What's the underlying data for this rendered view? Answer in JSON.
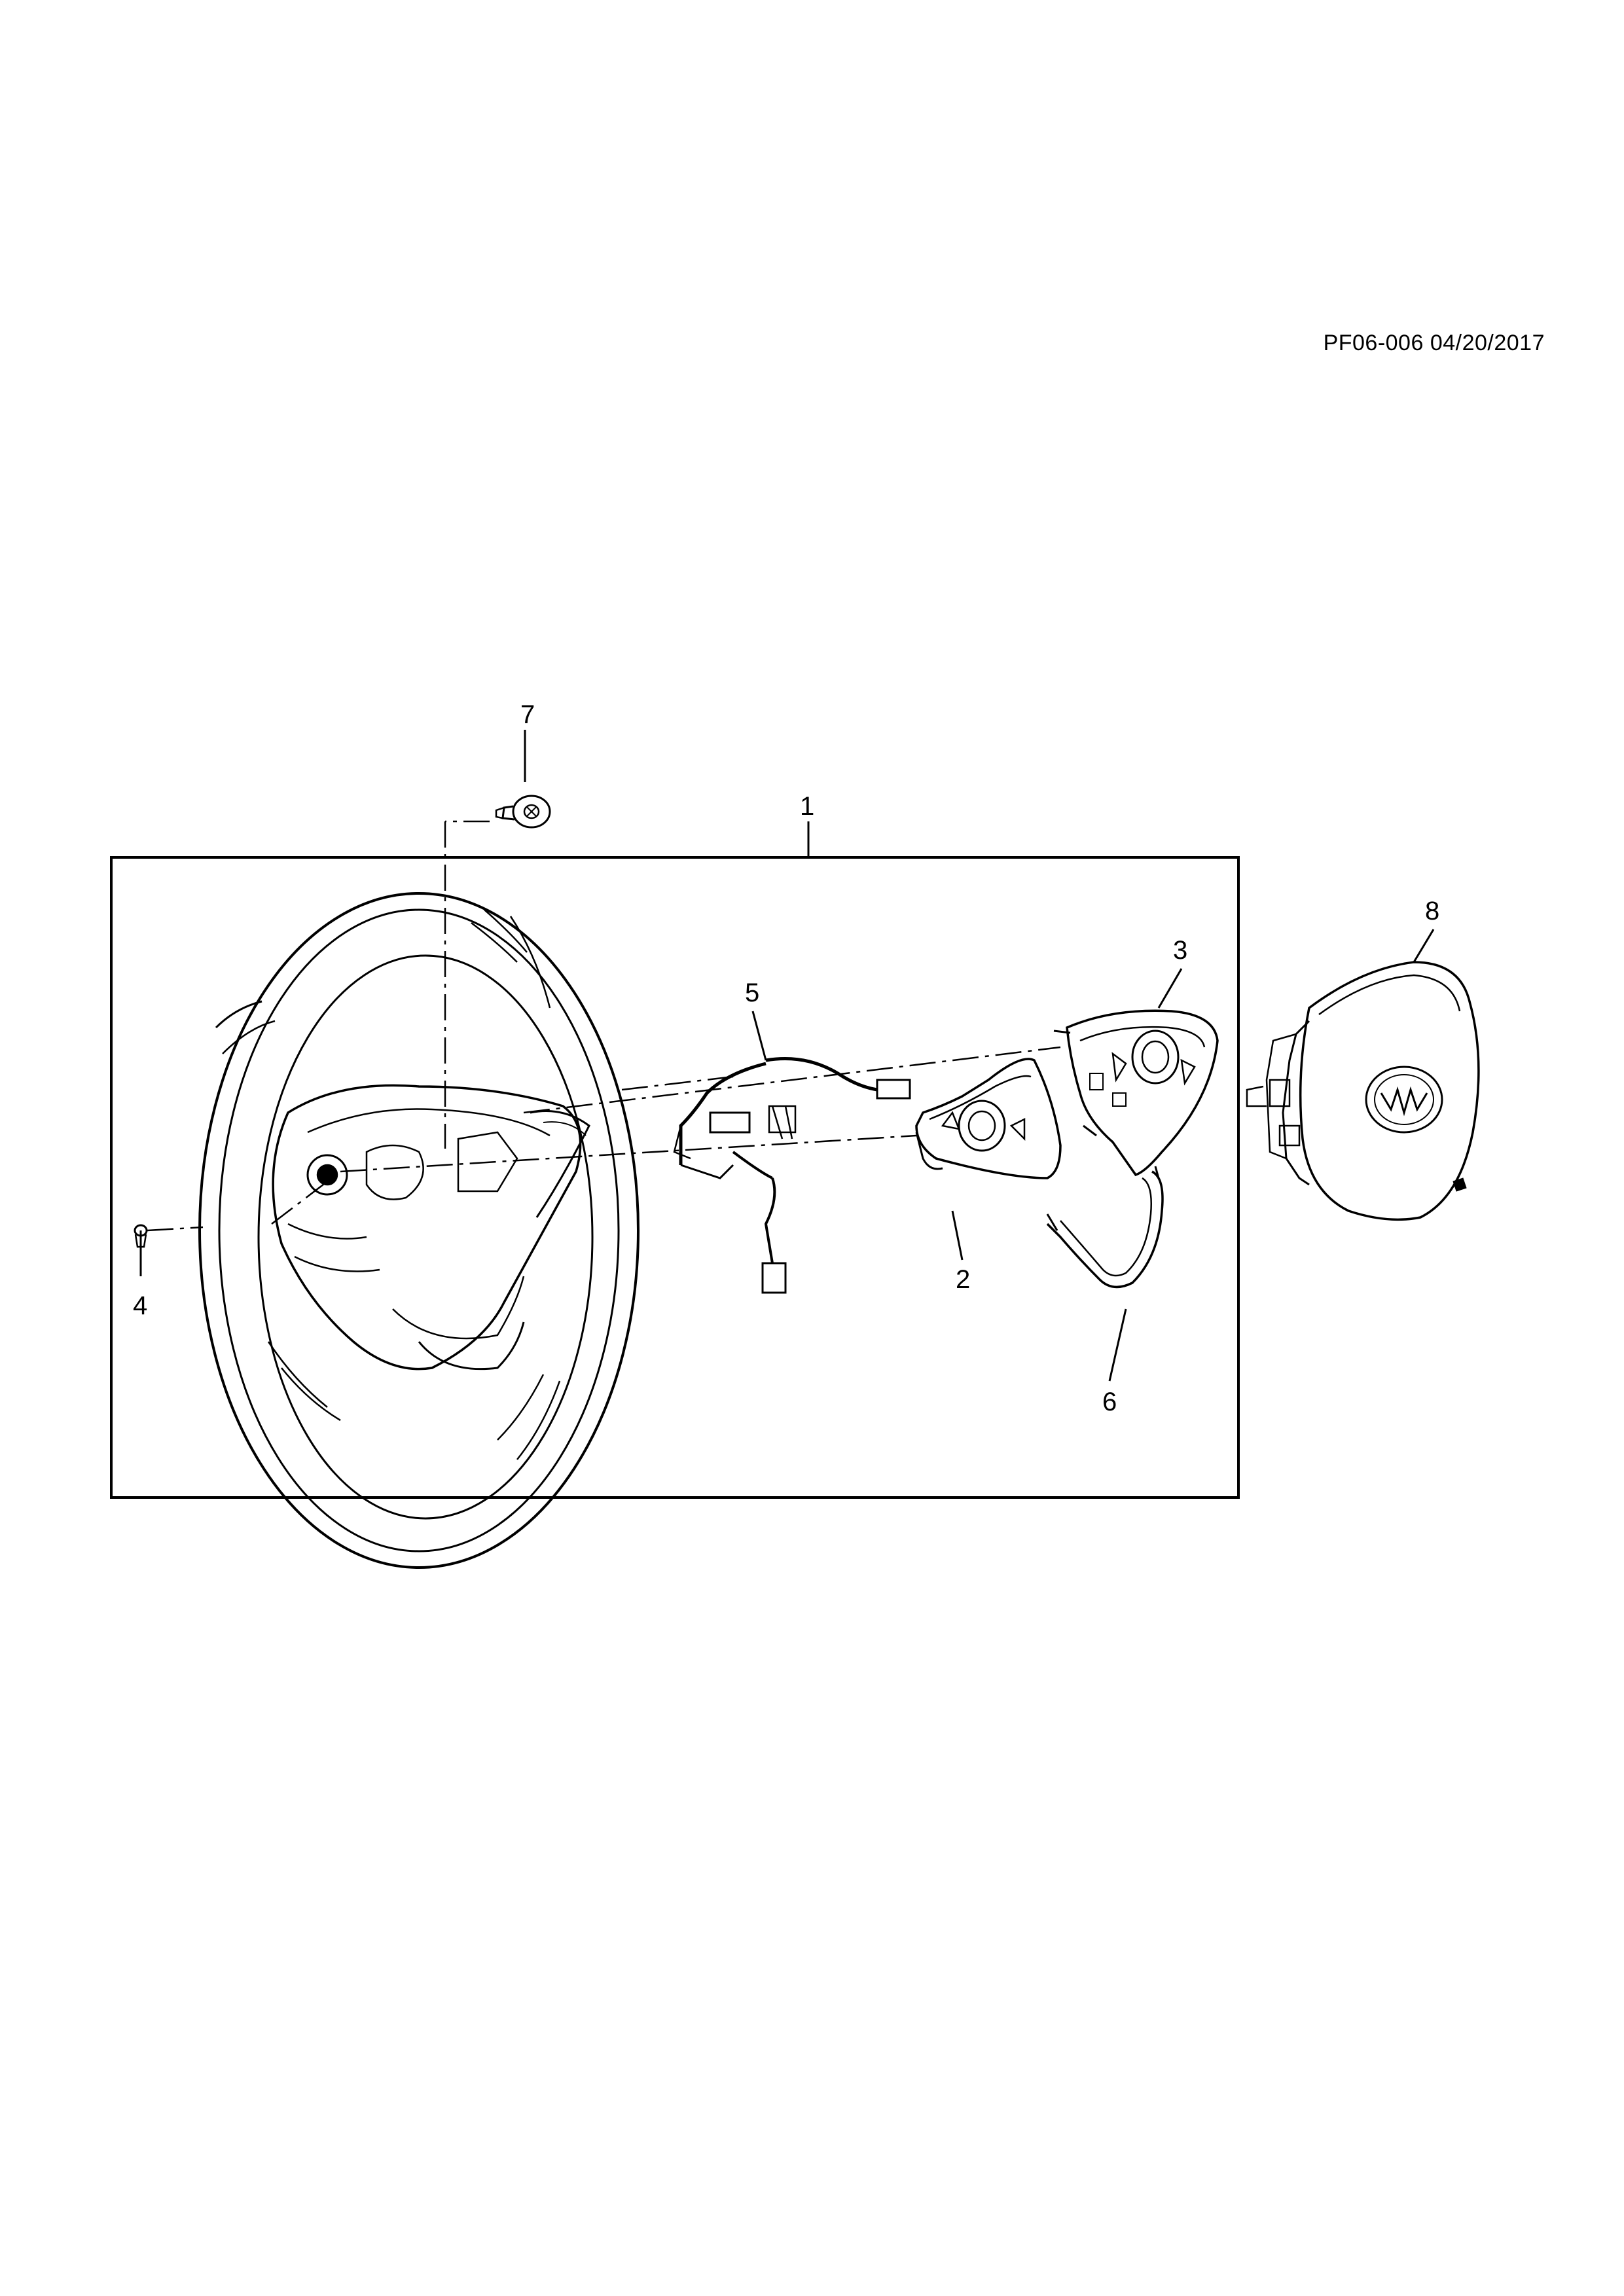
{
  "document_code": "PF06-006 04/20/2017",
  "callouts": {
    "c1": "1",
    "c2": "2",
    "c3": "3",
    "c4": "4",
    "c5": "5",
    "c6": "6",
    "c7": "7",
    "c8": "8"
  },
  "colors": {
    "line": "#000000",
    "background": "#ffffff"
  }
}
